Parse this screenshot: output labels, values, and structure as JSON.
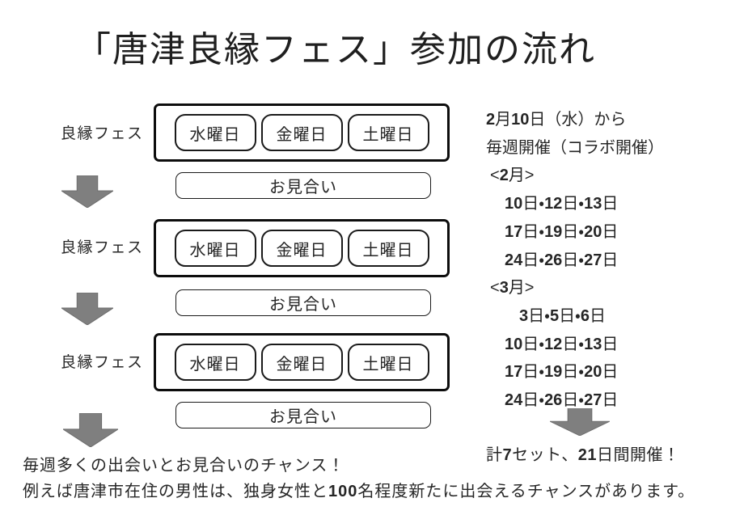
{
  "title": "「唐津良縁フェス」参加の流れ",
  "colors": {
    "text": "#262626",
    "border": "#0d0d0d",
    "arrow_fill": "#7f7f7f",
    "arrow_stroke": "#6d6d6d",
    "background": "#ffffff"
  },
  "icons": {
    "down_arrow": "⬇"
  },
  "flow": {
    "rows": [
      {
        "label": "良縁フェス",
        "days": [
          "水曜日",
          "金曜日",
          "土曜日"
        ],
        "meeting": "お見合い"
      },
      {
        "label": "良縁フェス",
        "days": [
          "水曜日",
          "金曜日",
          "土曜日"
        ],
        "meeting": "お見合い"
      },
      {
        "label": "良縁フェス",
        "days": [
          "水曜日",
          "金曜日",
          "土曜日"
        ],
        "meeting": "お見合い"
      }
    ],
    "note_1": "毎週多くの出会いとお見合いのチャンス！",
    "note_2": "例えば唐津市在住の男性は、独身女性と100名程度新たに出会えるチャンスがあります。"
  },
  "schedule": {
    "lines": [
      "2月10日（水）から",
      "毎週開催（コラボ開催）",
      "<2月>",
      "10日・12日・13日",
      "17日・19日・20日",
      "24日・26日・27日",
      "<3月>",
      "3日・5日・6日",
      "10日・12日・13日",
      "17日・19日・20日",
      "24日・26日・27日"
    ],
    "summary": "計7セット、21日間開催！"
  }
}
